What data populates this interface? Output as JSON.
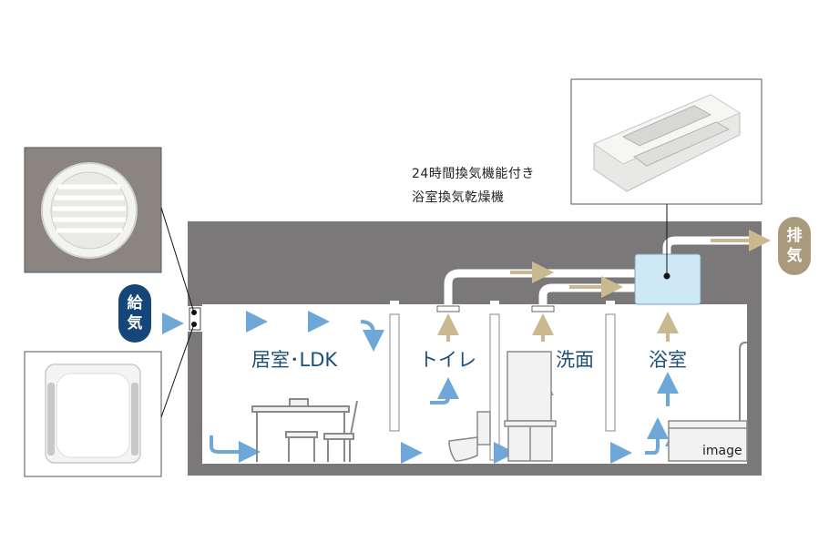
{
  "labels": {
    "caption_line1": "24時間換気機能付き",
    "caption_line2": "浴室換気乾燥機",
    "supply_char1": "給",
    "supply_char2": "気",
    "exhaust_char1": "排",
    "exhaust_char2": "気",
    "room_living": "居室･LDK",
    "room_toilet": "トイレ",
    "room_washroom": "洗面",
    "room_bathroom": "浴室",
    "watermark": "image"
  },
  "colors": {
    "wall": "#7a7878",
    "supply_badge": "#15467a",
    "exhaust_badge": "#aa9a7d",
    "airflow_blue": "#6fa8d8",
    "airflow_tan": "#c9b98f",
    "ventilation_unit": "#cfe8f6",
    "room_label": "#1d4f79"
  }
}
